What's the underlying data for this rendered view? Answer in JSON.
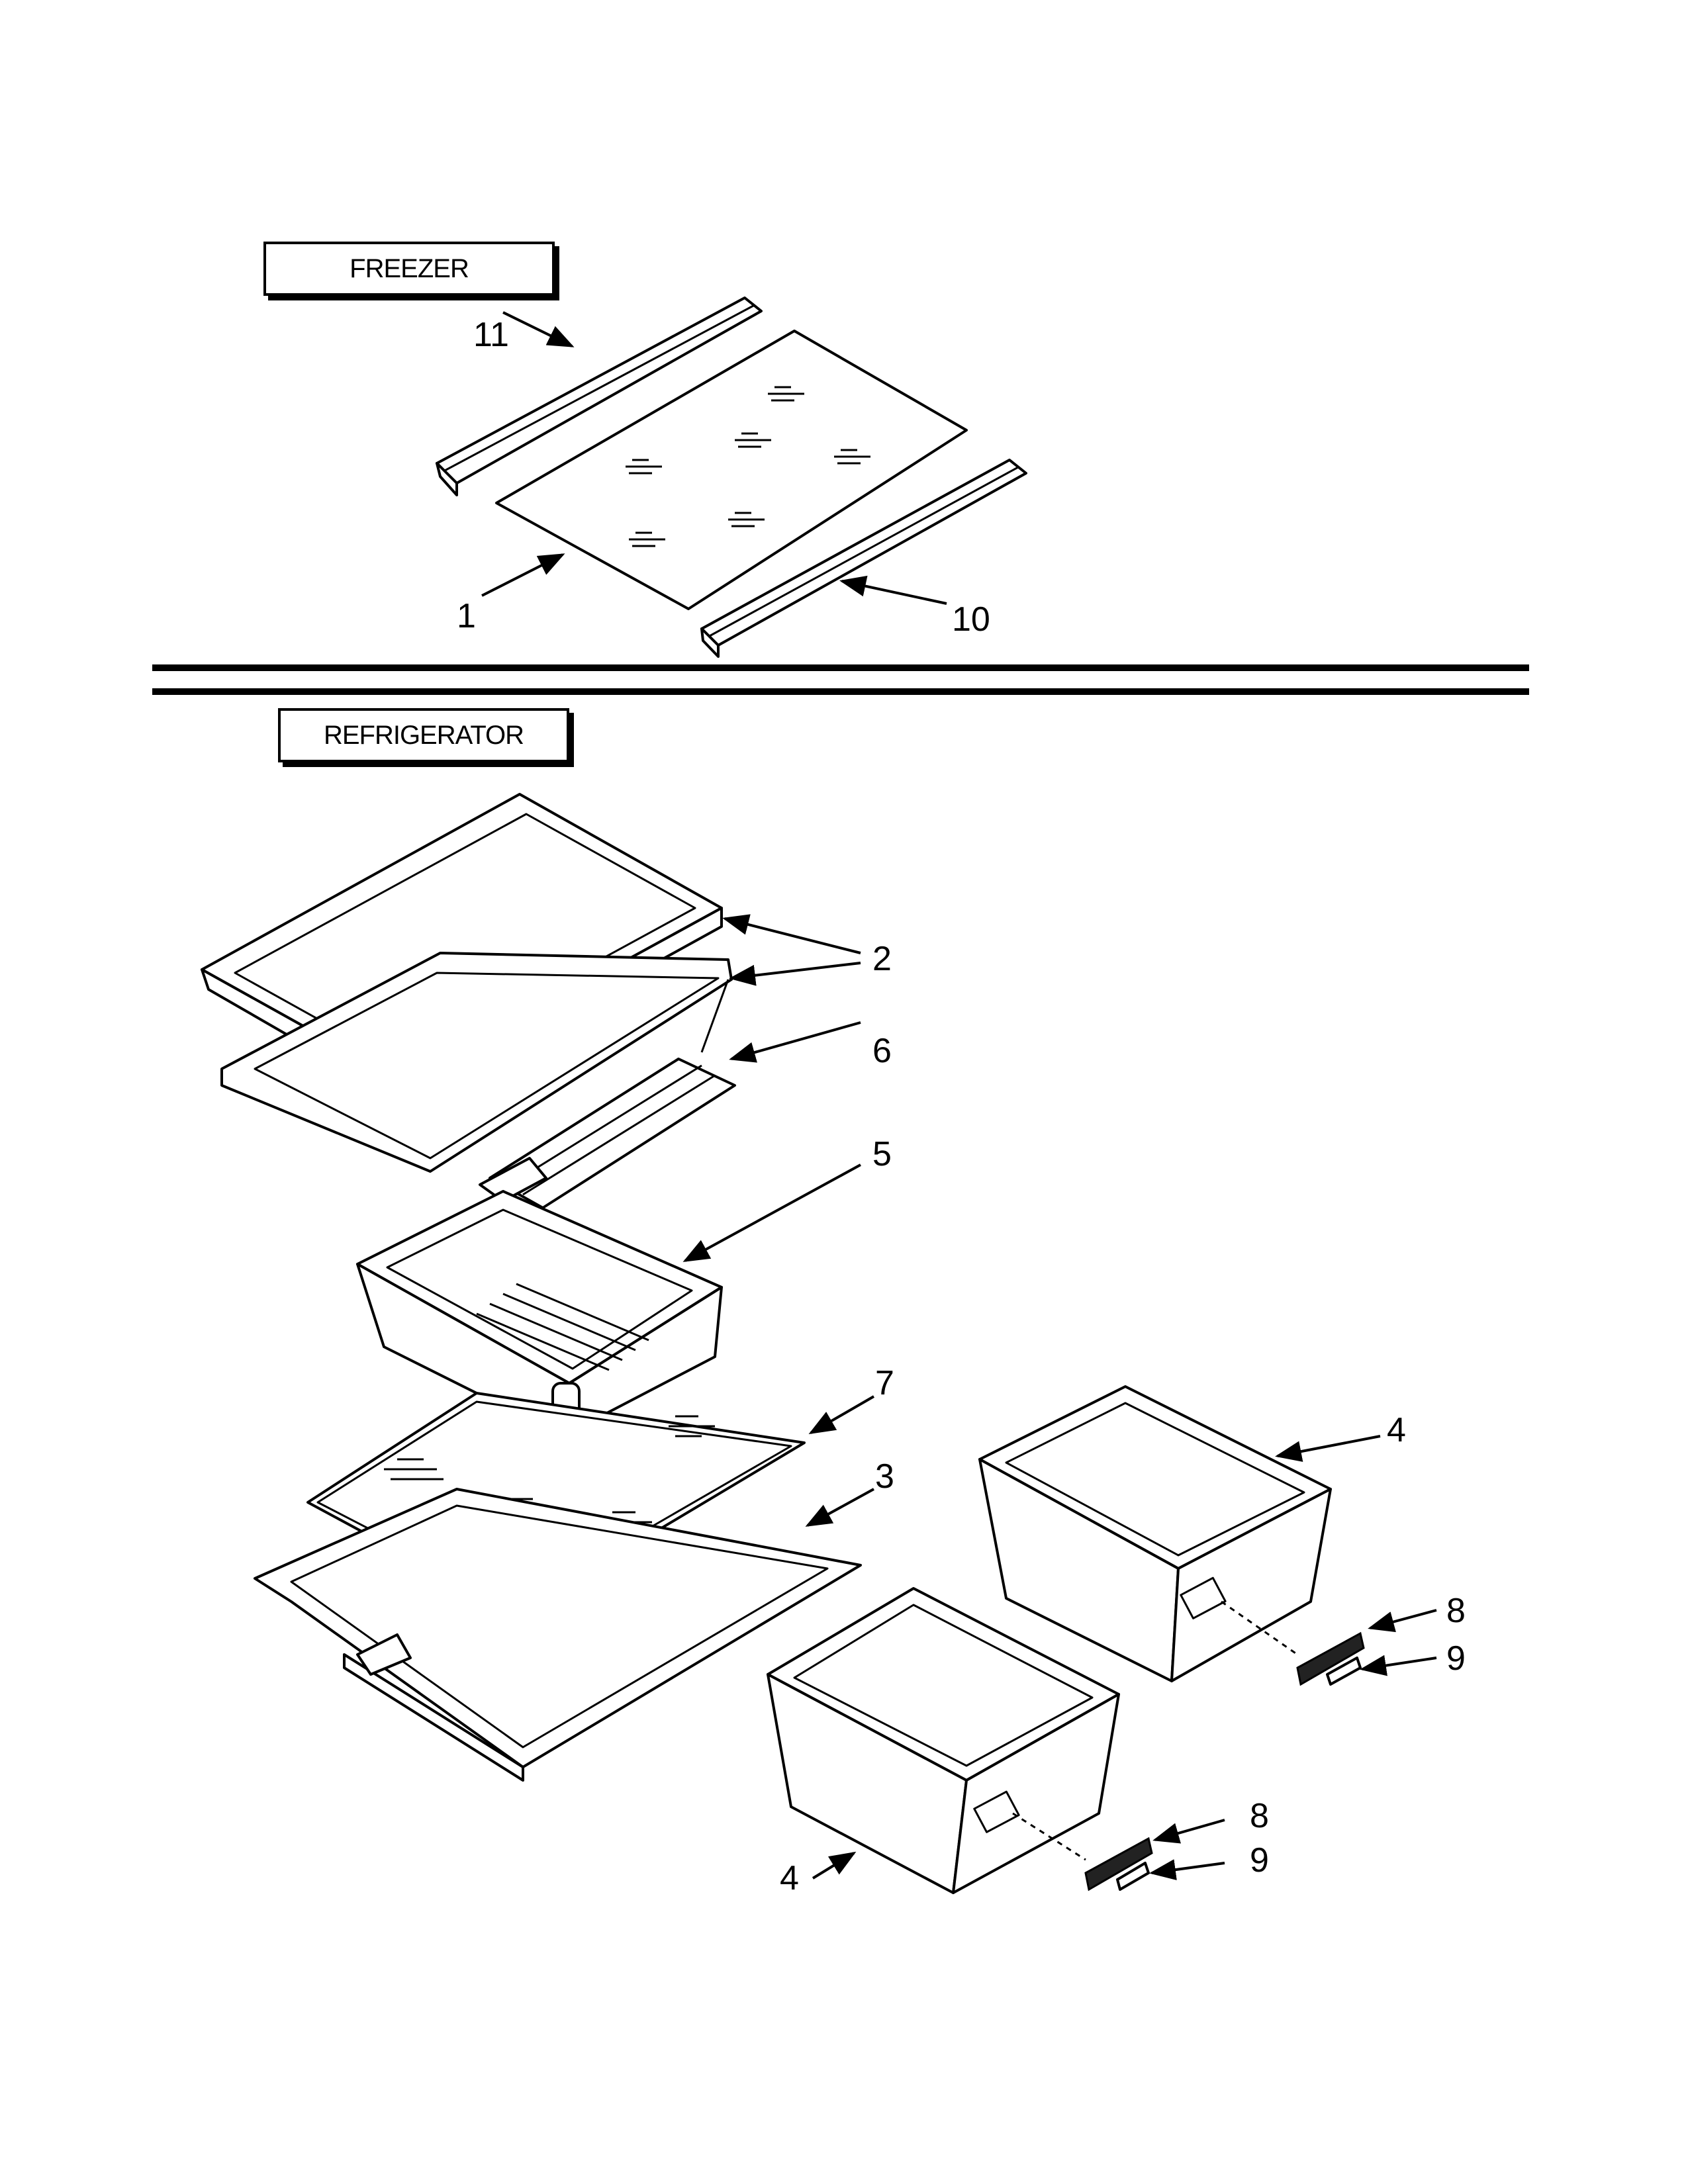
{
  "sections": {
    "freezer": {
      "label": "FREEZER"
    },
    "refrigerator": {
      "label": "REFRIGERATOR"
    }
  },
  "callouts": {
    "c1": "1",
    "c10": "10",
    "c11": "11",
    "c2": "2",
    "c6": "6",
    "c5": "5",
    "c7": "7",
    "c3": "3",
    "c4a": "4",
    "c4b": "4",
    "c8a": "8",
    "c9a": "9",
    "c8b": "8",
    "c9b": "9"
  },
  "colors": {
    "ink": "#000000",
    "paper": "#ffffff"
  }
}
